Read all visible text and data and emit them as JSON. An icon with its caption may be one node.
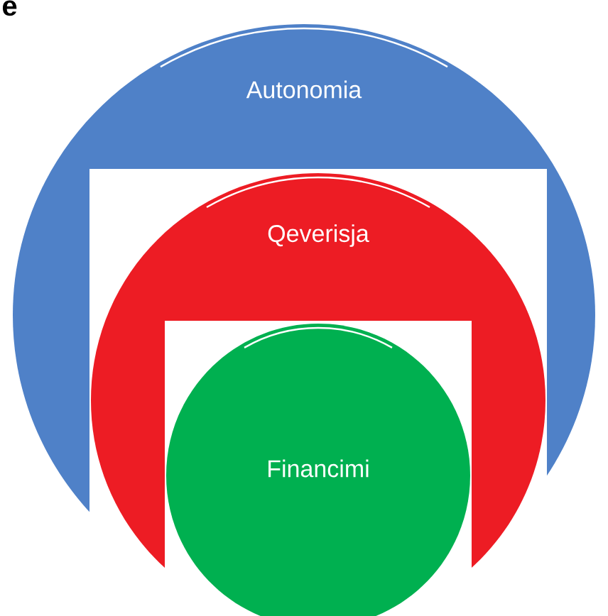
{
  "diagram": {
    "nodes": [
      {
        "text": [
          "Autonomia"
        ]
      },
      {
        "text": [
          "Qeverisja"
        ],
        "in": 0
      },
      {
        "text": [
          "Financimi"
        ],
        "in": 1
      }
    ],
    "labels": [
      "e"
    ]
  }
}
